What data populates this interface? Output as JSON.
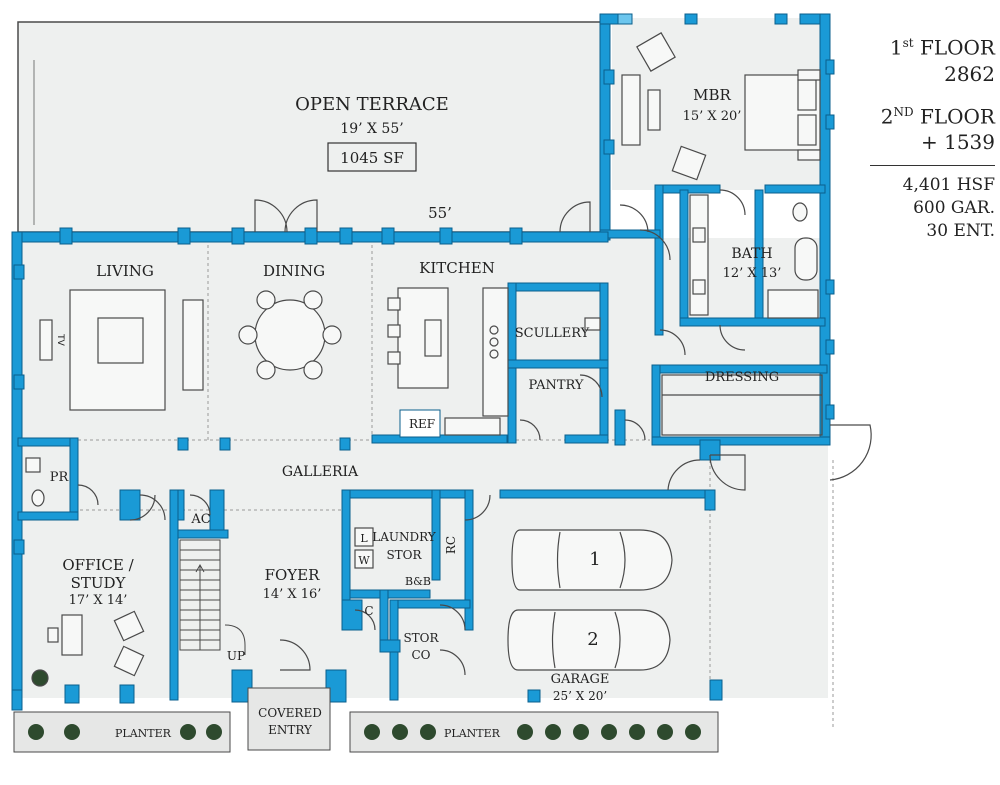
{
  "colors": {
    "wall": "#1a9ad6",
    "wallEdge": "#0b5f8c",
    "floor": "#eef0ef",
    "line": "#4a4a4a",
    "planter": "#e6e7e6",
    "plant": "#2e4a2e"
  },
  "summary": {
    "floor1_prefix": "1",
    "floor1_suffix": "st",
    "floor1_word": "FLOOR",
    "floor1_area": "2862",
    "floor2_prefix": "2",
    "floor2_suffix": "ND",
    "floor2_word": "FLOOR",
    "floor2_area": "+ 1539",
    "hsf": "4,401 HSF",
    "gar": "600 GAR.",
    "ent": "30 ENT."
  },
  "rooms": {
    "terrace": {
      "name": "OPEN TERRACE",
      "dims": "19’ X 55’",
      "area": "1045 SF",
      "length": "55’"
    },
    "mbr": {
      "name": "MBR",
      "dims": "15’ X 20’"
    },
    "bath": {
      "name": "BATH",
      "dims": "12’ X 13’"
    },
    "dressing": {
      "name": "DRESSING"
    },
    "living": {
      "name": "LIVING"
    },
    "dining": {
      "name": "DINING"
    },
    "kitchen": {
      "name": "KITCHEN"
    },
    "scullery": {
      "name": "SCULLERY"
    },
    "pantry": {
      "name": "PANTRY"
    },
    "ref": {
      "name": "REF"
    },
    "galleria": {
      "name": "GALLERIA"
    },
    "pr": {
      "name": "PR"
    },
    "ac": {
      "name": "AC"
    },
    "office": {
      "line1": "OFFICE /",
      "line2": "STUDY",
      "dims": "17’ X 14’"
    },
    "foyer": {
      "name": "FOYER",
      "dims": "14’ X 16’"
    },
    "laundry": {
      "line1": "LAUNDRY",
      "line2": "STOR",
      "l": "L",
      "w": "W",
      "bb": "B&B"
    },
    "rc": {
      "name": "RC"
    },
    "closet": {
      "name": "C"
    },
    "storco": {
      "line1": "STOR",
      "line2": "CO"
    },
    "garage": {
      "name": "GARAGE",
      "dims": "25’ X 20’",
      "car1": "1",
      "car2": "2"
    },
    "stairs": {
      "up": "UP"
    },
    "entry": {
      "line1": "COVERED",
      "line2": "ENTRY"
    },
    "planter_left": {
      "name": "PLANTER"
    },
    "planter_right": {
      "name": "PLANTER"
    },
    "tv": {
      "name": "TV"
    }
  }
}
